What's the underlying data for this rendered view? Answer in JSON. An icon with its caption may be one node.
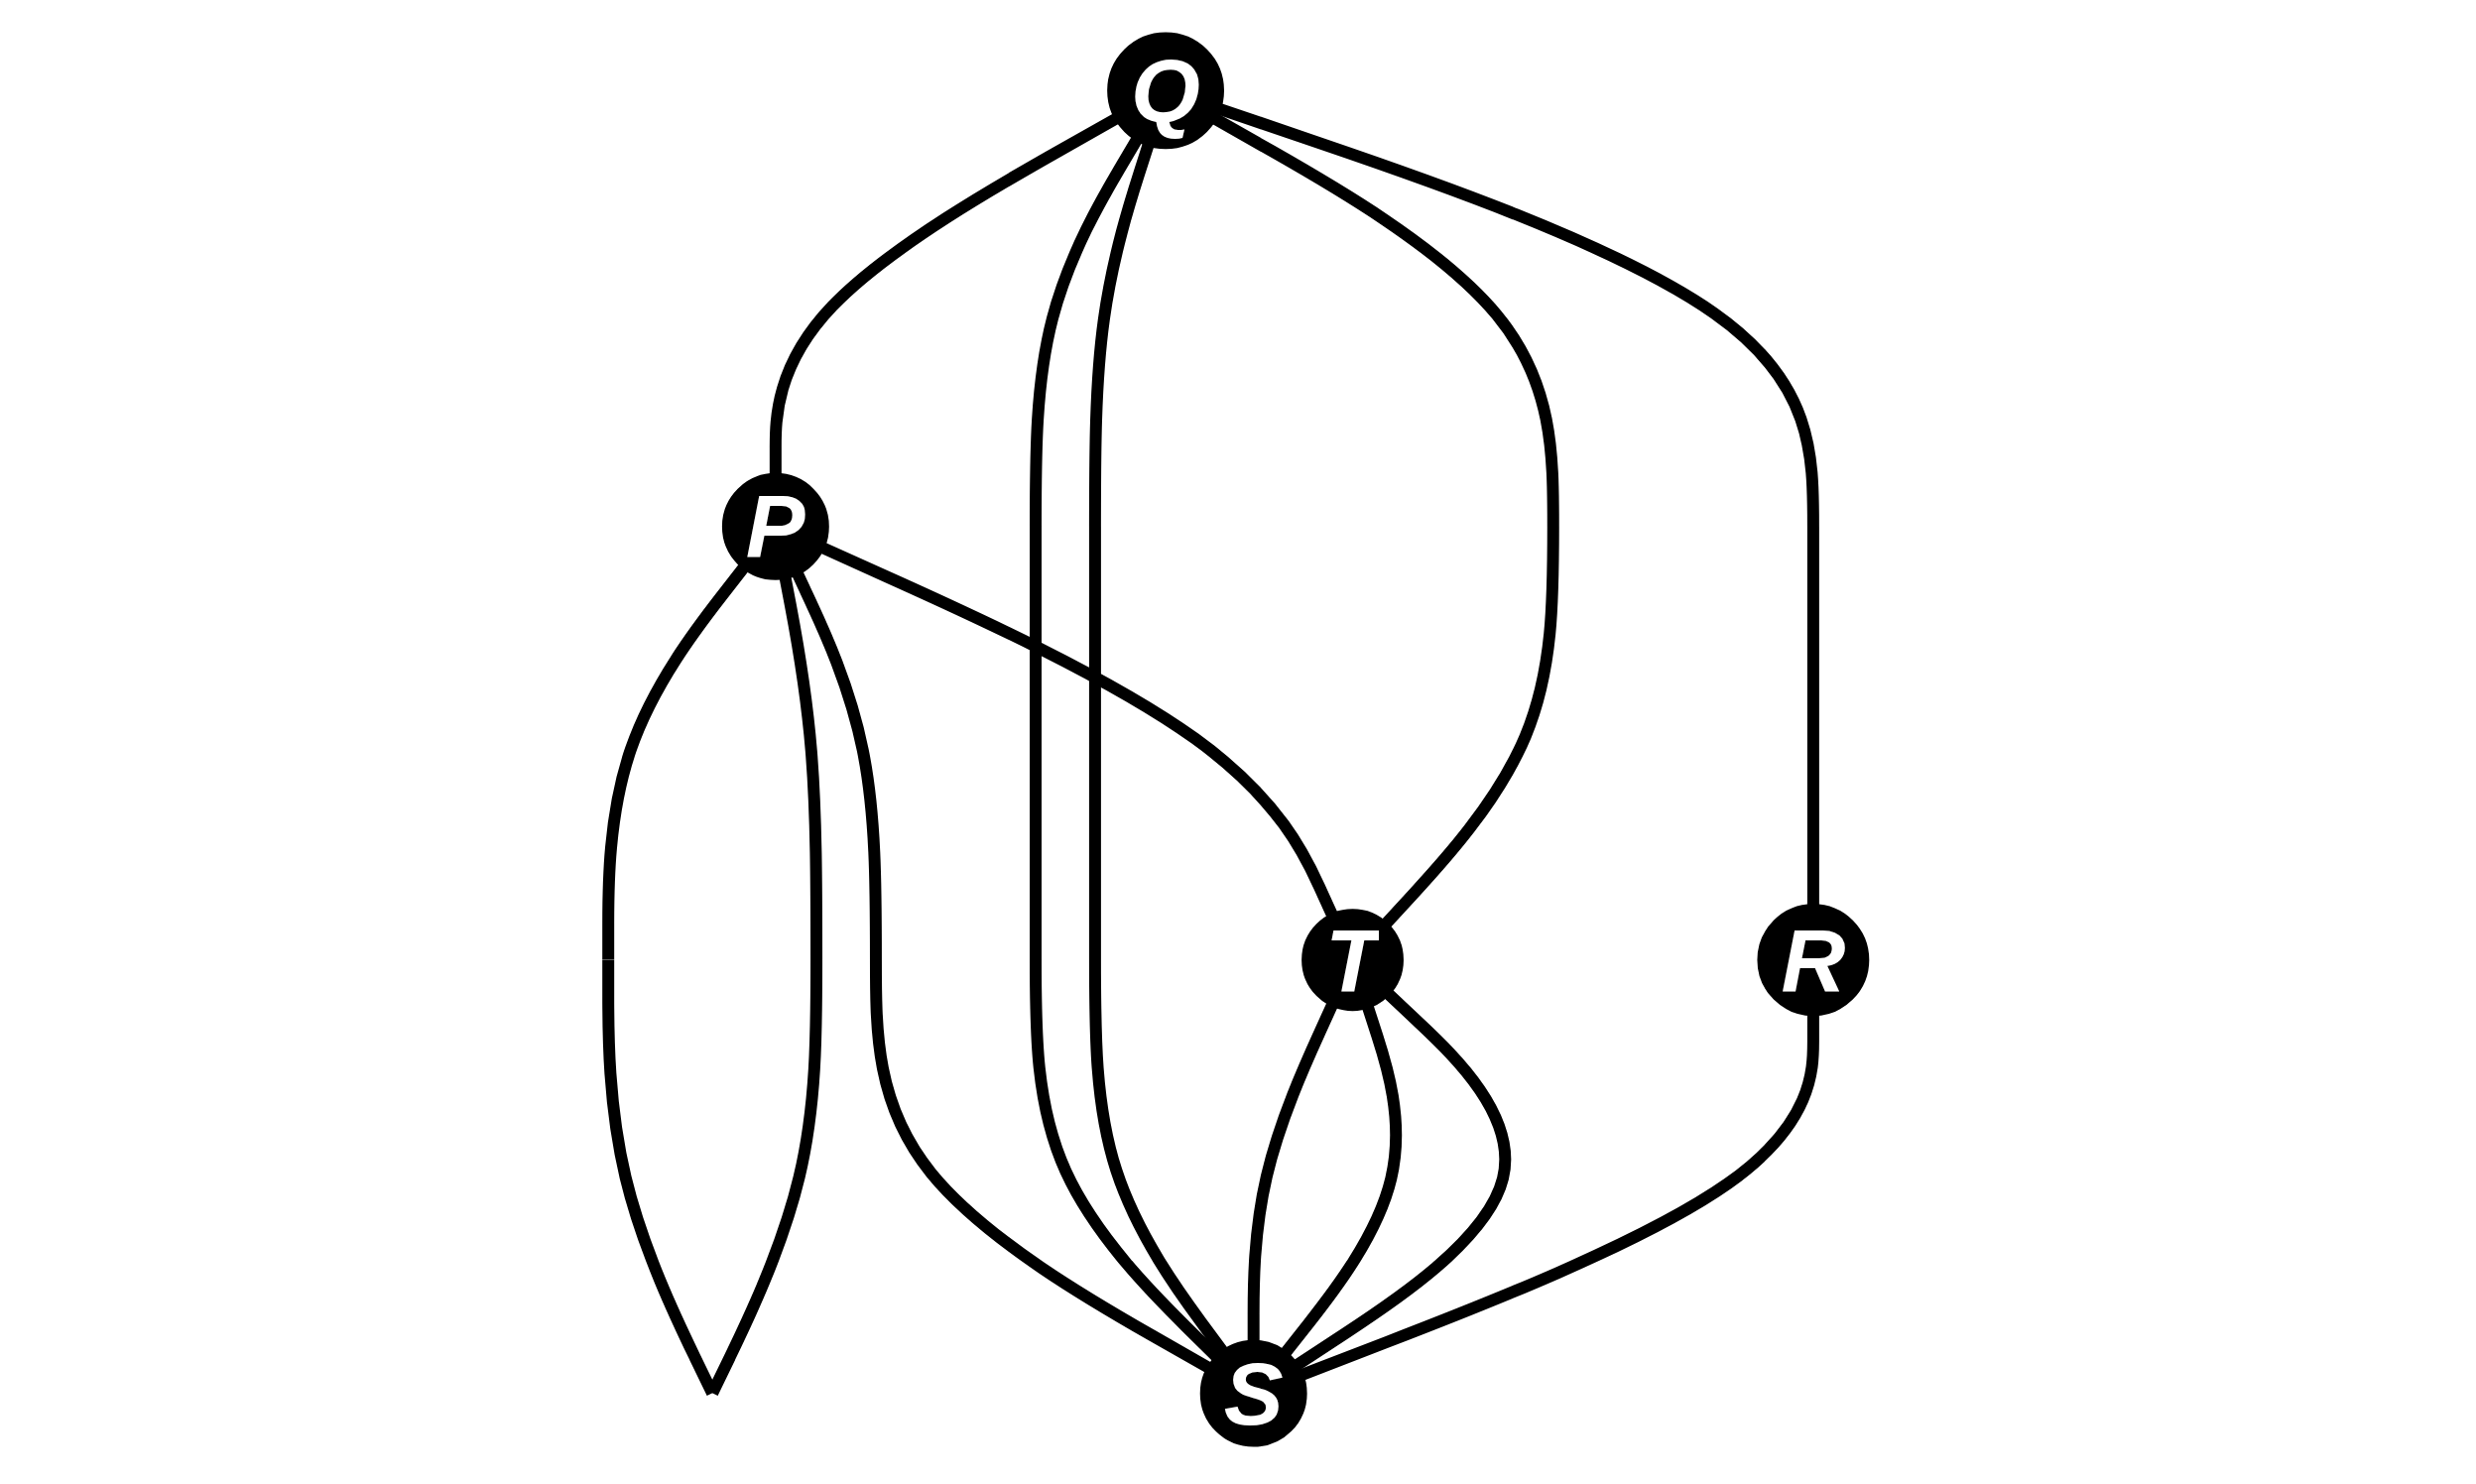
{
  "diagram": {
    "nodes": [
      {
        "text": [
          "Q"
        ]
      },
      {
        "text": [
          "P"
        ]
      },
      {
        "text": [
          "T"
        ]
      },
      {
        "text": [
          "R"
        ]
      },
      {
        "text": [
          "S"
        ]
      }
    ],
    "edges": [
      {
        "from": 1,
        "to": 1,
        "arrow": "none"
      },
      {
        "from": 0,
        "to": 1,
        "arrow": "none"
      },
      {
        "from": 1,
        "to": 2,
        "arrow": "none"
      },
      {
        "from": 1,
        "to": 4,
        "arrow": "none"
      },
      {
        "from": 0,
        "to": 2,
        "arrow": "none"
      },
      {
        "from": 0,
        "to": 4,
        "arrow": "none"
      },
      {
        "from": 0,
        "to": 4,
        "arrow": "none"
      },
      {
        "from": 0,
        "to": 3,
        "arrow": "none"
      },
      {
        "from": 2,
        "to": 4,
        "arrow": "none"
      },
      {
        "from": 2,
        "to": 4,
        "arrow": "none"
      },
      {
        "from": 2,
        "to": 4,
        "arrow": "none"
      },
      {
        "from": 3,
        "to": 4,
        "arrow": "none"
      }
    ]
  }
}
